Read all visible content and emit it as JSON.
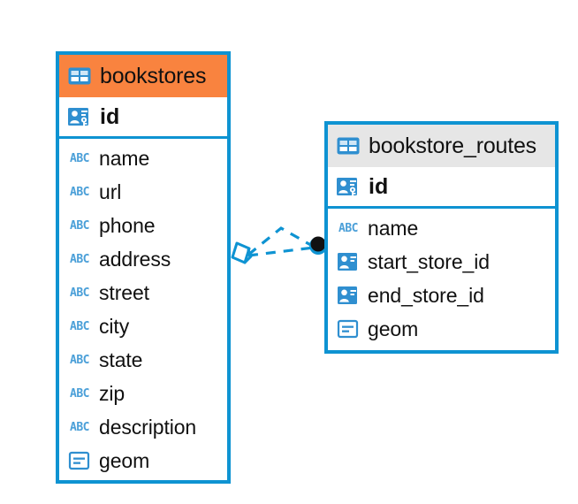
{
  "diagram": {
    "type": "entity-relationship-diagram",
    "background_color": "#ffffff",
    "accent_blue": "#0e93d2",
    "accent_orange": "#f9833f",
    "header_gray": "#e6e6e6",
    "icon_blue": "#2f8fd0",
    "abc_blue": "#4a9fd8"
  },
  "entities": [
    {
      "name": "bookstores",
      "header_color": "#f9833f",
      "title_icon": "table-icon",
      "primary_key": {
        "label": "id",
        "icon": "primary-key-icon"
      },
      "fields": [
        {
          "label": "name",
          "icon": "abc-text-icon",
          "icon_text": "ABC"
        },
        {
          "label": "url",
          "icon": "abc-text-icon",
          "icon_text": "ABC"
        },
        {
          "label": "phone",
          "icon": "abc-text-icon",
          "icon_text": "ABC"
        },
        {
          "label": "address",
          "icon": "abc-text-icon",
          "icon_text": "ABC"
        },
        {
          "label": "street",
          "icon": "abc-text-icon",
          "icon_text": "ABC"
        },
        {
          "label": "city",
          "icon": "abc-text-icon",
          "icon_text": "ABC"
        },
        {
          "label": "state",
          "icon": "abc-text-icon",
          "icon_text": "ABC"
        },
        {
          "label": "zip",
          "icon": "abc-text-icon",
          "icon_text": "ABC"
        },
        {
          "label": "description",
          "icon": "abc-text-icon",
          "icon_text": "ABC"
        },
        {
          "label": "geom",
          "icon": "geometry-icon",
          "icon_text": ""
        }
      ]
    },
    {
      "name": "bookstore_routes",
      "header_color": "#e6e6e6",
      "title_icon": "table-icon",
      "primary_key": {
        "label": "id",
        "icon": "primary-key-icon"
      },
      "fields": [
        {
          "label": "name",
          "icon": "abc-text-icon",
          "icon_text": "ABC"
        },
        {
          "label": "start_store_id",
          "icon": "foreign-key-icon",
          "icon_text": ""
        },
        {
          "label": "end_store_id",
          "icon": "foreign-key-icon",
          "icon_text": ""
        },
        {
          "label": "geom",
          "icon": "geometry-icon",
          "icon_text": ""
        }
      ]
    }
  ],
  "relationship": {
    "style": "dashed",
    "color": "#0e93d2",
    "source_marker": "diamond-marker",
    "target_marker": "filled-circle-marker",
    "branches": 2
  }
}
